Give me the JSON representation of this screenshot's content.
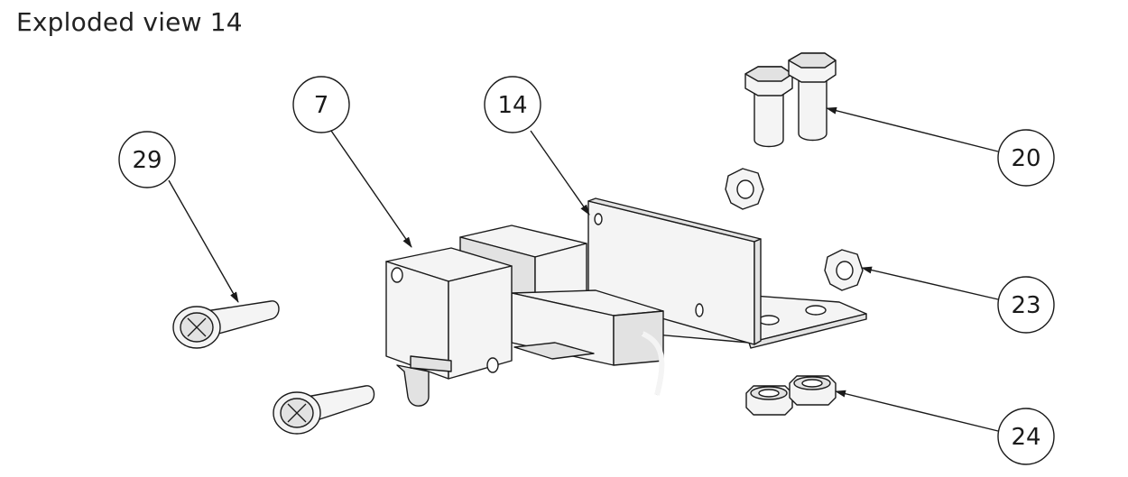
{
  "title": "Exploded view 14",
  "balloons": [
    {
      "id": "b29",
      "label": "29"
    },
    {
      "id": "b7",
      "label": "7"
    },
    {
      "id": "b14",
      "label": "14"
    },
    {
      "id": "b20",
      "label": "20"
    },
    {
      "id": "b23",
      "label": "23"
    },
    {
      "id": "b24",
      "label": "24"
    }
  ]
}
